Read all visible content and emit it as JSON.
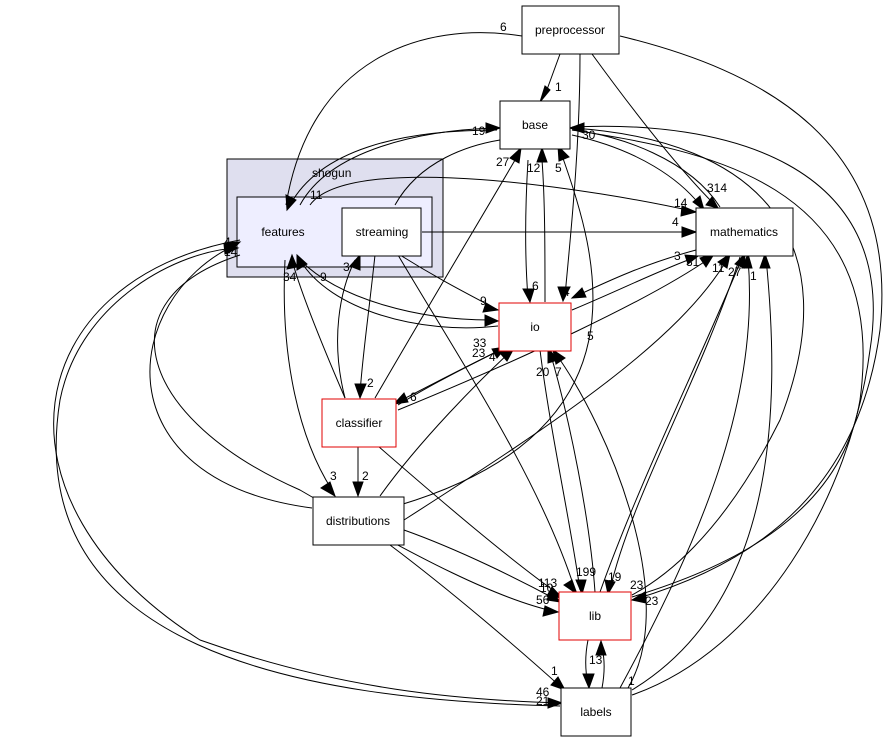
{
  "nodes": {
    "preprocessor": "preprocessor",
    "base": "base",
    "shogun": "shogun",
    "features": "features",
    "streaming": "streaming",
    "mathematics": "mathematics",
    "io": "io",
    "classifier": "classifier",
    "distributions": "distributions",
    "lib": "lib",
    "labels": "labels"
  },
  "edge_labels": {
    "pre_features": "6",
    "pre_base": "1",
    "pre_io": "4",
    "base_features": "19",
    "base_features_b": "27",
    "base_features_c": "11",
    "base_io": "12",
    "base_mid": "5",
    "base_right": "30",
    "math_in_a": "14",
    "math_in_b": "314",
    "math_in_c": "4",
    "math_in_d": "3",
    "math_in_e": "31",
    "math_in_f": "11",
    "math_in_g": "27",
    "math_in_h": "1",
    "feat_a": "4",
    "feat_b": "14",
    "feat_c": "34",
    "feat_d": "9",
    "stream_in": "3",
    "io_in_a": "9",
    "io_in_b": "33",
    "io_in_c": "6",
    "io_in_d": "5",
    "io_in_e": "23",
    "io_in_f": "4",
    "io_in_g": "20",
    "io_in_h": "7",
    "cls_in_a": "2",
    "cls_in_b": "6",
    "dist_in_a": "3",
    "dist_in_b": "2",
    "lib_in_a": "113",
    "lib_in_b": "10",
    "lib_in_c": "56",
    "lib_in_d": "199",
    "lib_in_e": "19",
    "lib_in_f": "23",
    "lib_in_g": "23",
    "lib_in_h": "1",
    "lab_in_a": "1",
    "lab_in_b": "46",
    "lab_in_c": "21",
    "lab_in_d": "13",
    "lab_in_e": "1"
  }
}
